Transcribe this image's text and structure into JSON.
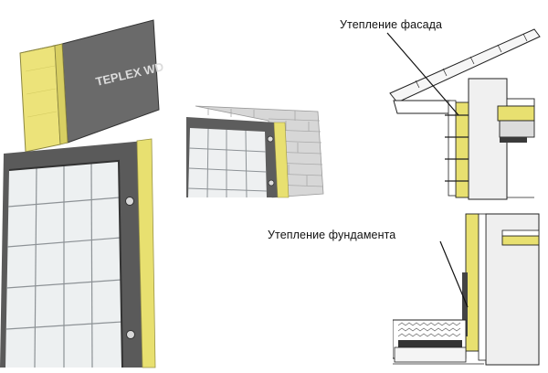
{
  "board": {
    "brand": "TEPLEX WD"
  },
  "labels": {
    "facade": "Утепление фасада",
    "foundation": "Утепление фундамента"
  },
  "colors": {
    "insulation_yellow": "#e6df6a",
    "membrane_dark": "#595959",
    "tile_grey": "#e9ebec",
    "brick_grey": "#d5d5d5",
    "line": "#222222"
  }
}
